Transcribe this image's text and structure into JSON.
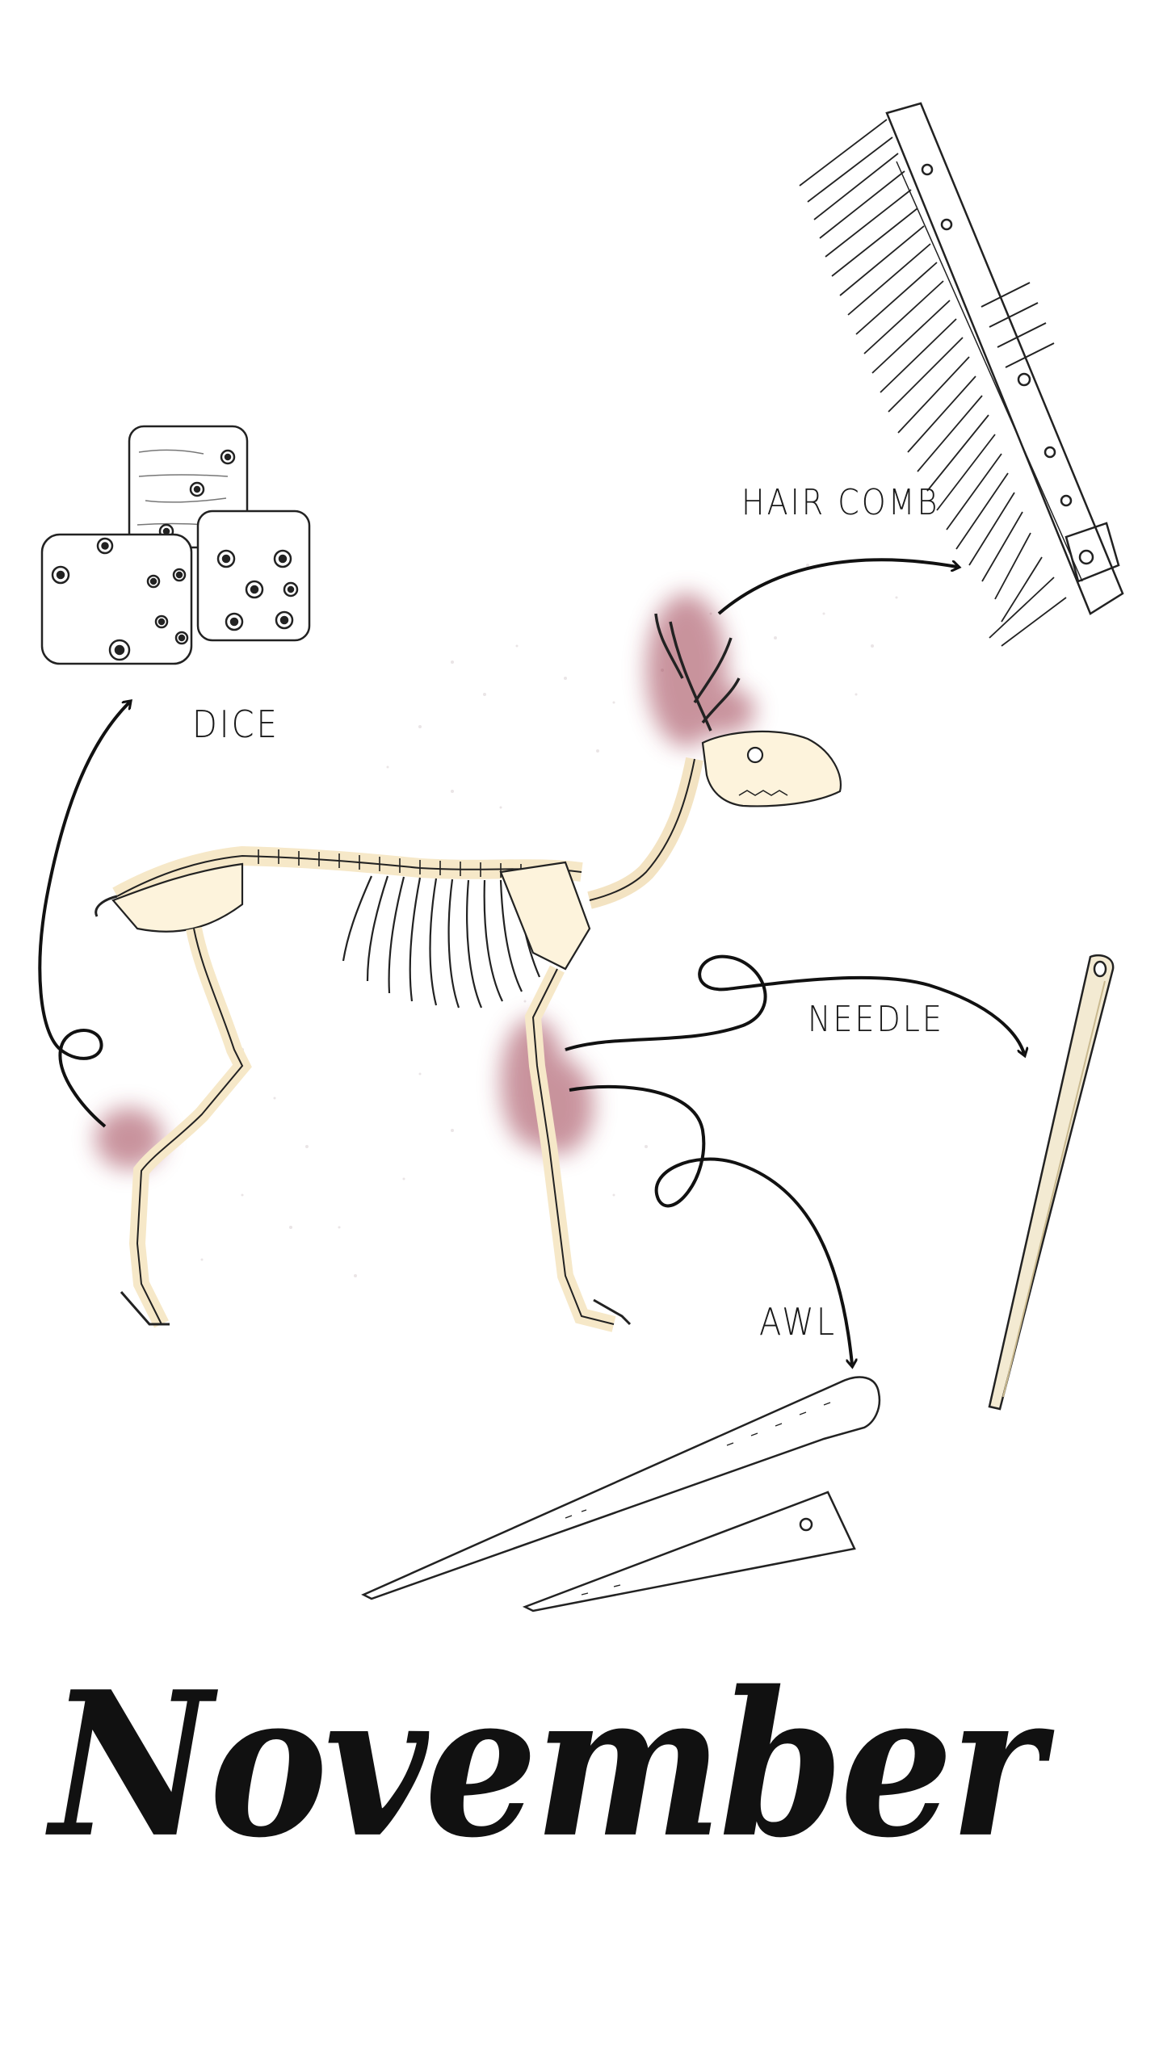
{
  "labels": {
    "hair_comb": "HAIR COMB",
    "dice": "DICE",
    "needle": "NEEDLE",
    "awl": "AWL"
  },
  "title": "November",
  "colors": {
    "ink": "#111111",
    "bone": "#fdf3dc",
    "stain": "#9c3a4d",
    "needle": "#f3ead2"
  }
}
